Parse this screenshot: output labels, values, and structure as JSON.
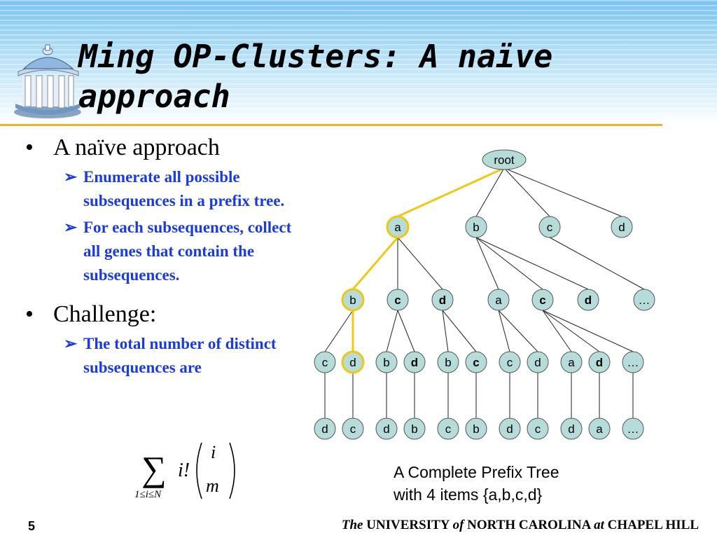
{
  "slide": {
    "title": "Ming OP-Clusters: A naïve approach",
    "page_number": "5"
  },
  "bullets": {
    "b1_text": "A naïve approach",
    "sub1": "Enumerate all possible subsequences in a prefix tree.",
    "sub2": "For each subsequences, collect all genes that contain the subsequences.",
    "b2_text": "Challenge:",
    "sub3": "The total number of distinct subsequences are",
    "bullet_glyph": "•",
    "arrow_glyph": "➢"
  },
  "formula": {
    "sum_symbol": "∑",
    "subscript": "1≤i≤N",
    "factorial": "i!",
    "binom_top": "i",
    "binom_bottom": "m"
  },
  "caption": {
    "line1": "A Complete Prefix Tree",
    "line2": "with 4 items {a,b,c,d}"
  },
  "footer": {
    "the": "The",
    "university": "UNIVERSITY",
    "of": "of",
    "north_carolina": "NORTH CAROLINA",
    "at": "at",
    "chapel_hill": "CHAPEL HILL"
  },
  "colors": {
    "node_fill": "#b5dcd9",
    "node_stroke": "#555555",
    "highlight": "#f0c814",
    "accent_rule": "#f0b030",
    "sub_text": "#1a3be0"
  },
  "tree": {
    "nodes": [
      {
        "id": "root",
        "label": "root",
        "bold": false,
        "highlight": false
      },
      {
        "id": "l1a",
        "label": "a",
        "bold": false,
        "highlight": true
      },
      {
        "id": "l1b",
        "label": "b",
        "bold": false,
        "highlight": false
      },
      {
        "id": "l1c",
        "label": "c",
        "bold": false,
        "highlight": false
      },
      {
        "id": "l1d",
        "label": "d",
        "bold": false,
        "highlight": false
      },
      {
        "id": "l2ab",
        "label": "b",
        "bold": false,
        "highlight": true
      },
      {
        "id": "l2ac",
        "label": "c",
        "bold": true,
        "highlight": false
      },
      {
        "id": "l2ad",
        "label": "d",
        "bold": true,
        "highlight": false
      },
      {
        "id": "l2ba",
        "label": "a",
        "bold": false,
        "highlight": false
      },
      {
        "id": "l2bc",
        "label": "c",
        "bold": true,
        "highlight": false
      },
      {
        "id": "l2bd",
        "label": "d",
        "bold": true,
        "highlight": false
      },
      {
        "id": "l2more",
        "label": "…",
        "bold": false,
        "highlight": false
      },
      {
        "id": "l3abc",
        "label": "c",
        "bold": false,
        "highlight": false
      },
      {
        "id": "l3abd",
        "label": "d",
        "bold": false,
        "highlight": true
      },
      {
        "id": "l3acb",
        "label": "b",
        "bold": false,
        "highlight": false
      },
      {
        "id": "l3acd",
        "label": "d",
        "bold": true,
        "highlight": false
      },
      {
        "id": "l3adb",
        "label": "b",
        "bold": false,
        "highlight": false
      },
      {
        "id": "l3adc",
        "label": "c",
        "bold": true,
        "highlight": false
      },
      {
        "id": "l3bac",
        "label": "c",
        "bold": false,
        "highlight": false
      },
      {
        "id": "l3bad",
        "label": "d",
        "bold": false,
        "highlight": false
      },
      {
        "id": "l3bca",
        "label": "a",
        "bold": false,
        "highlight": false
      },
      {
        "id": "l3bcd",
        "label": "d",
        "bold": true,
        "highlight": false
      },
      {
        "id": "l3more",
        "label": "…",
        "bold": false,
        "highlight": false
      },
      {
        "id": "l4abcd",
        "label": "d",
        "bold": false,
        "highlight": false
      },
      {
        "id": "l4abdc",
        "label": "c",
        "bold": false,
        "highlight": false
      },
      {
        "id": "l4acbd",
        "label": "d",
        "bold": false,
        "highlight": false
      },
      {
        "id": "l4acdb",
        "label": "b",
        "bold": false,
        "highlight": false
      },
      {
        "id": "l4adbc",
        "label": "c",
        "bold": false,
        "highlight": false
      },
      {
        "id": "l4adcb",
        "label": "b",
        "bold": false,
        "highlight": false
      },
      {
        "id": "l4bacd",
        "label": "d",
        "bold": false,
        "highlight": false
      },
      {
        "id": "l4badc",
        "label": "c",
        "bold": false,
        "highlight": false
      },
      {
        "id": "l4bcad",
        "label": "d",
        "bold": false,
        "highlight": false
      },
      {
        "id": "l4bcda",
        "label": "a",
        "bold": false,
        "highlight": false
      },
      {
        "id": "l4more",
        "label": "…",
        "bold": false,
        "highlight": false
      }
    ],
    "edges": [
      {
        "from": "root",
        "to": "l1a",
        "highlight": true
      },
      {
        "from": "root",
        "to": "l1b",
        "highlight": false
      },
      {
        "from": "root",
        "to": "l1c",
        "highlight": false
      },
      {
        "from": "root",
        "to": "l1d",
        "highlight": false
      },
      {
        "from": "l1a",
        "to": "l2ab",
        "highlight": true
      },
      {
        "from": "l1a",
        "to": "l2ac",
        "highlight": false
      },
      {
        "from": "l1a",
        "to": "l2ad",
        "highlight": false
      },
      {
        "from": "l1b",
        "to": "l2ba",
        "highlight": false
      },
      {
        "from": "l1b",
        "to": "l2bc",
        "highlight": false
      },
      {
        "from": "l1b",
        "to": "l2bd",
        "highlight": false
      },
      {
        "from": "l1c",
        "to": "l2more",
        "highlight": false
      },
      {
        "from": "l2ab",
        "to": "l3abc",
        "highlight": false
      },
      {
        "from": "l2ab",
        "to": "l3abd",
        "highlight": true
      },
      {
        "from": "l2ac",
        "to": "l3acb",
        "highlight": false
      },
      {
        "from": "l2ac",
        "to": "l3acd",
        "highlight": false
      },
      {
        "from": "l2ad",
        "to": "l3adb",
        "highlight": false
      },
      {
        "from": "l2ad",
        "to": "l3adc",
        "highlight": false
      },
      {
        "from": "l2ba",
        "to": "l3bac",
        "highlight": false
      },
      {
        "from": "l2ba",
        "to": "l3bad",
        "highlight": false
      },
      {
        "from": "l2bc",
        "to": "l3bca",
        "highlight": false
      },
      {
        "from": "l2bc",
        "to": "l3bcd",
        "highlight": false
      },
      {
        "from": "l2bc",
        "to": "l3more",
        "highlight": false
      },
      {
        "from": "l3abc",
        "to": "l4abcd",
        "highlight": false
      },
      {
        "from": "l3abd",
        "to": "l4abdc",
        "highlight": false
      },
      {
        "from": "l3acb",
        "to": "l4acbd",
        "highlight": false
      },
      {
        "from": "l3acd",
        "to": "l4acdb",
        "highlight": false
      },
      {
        "from": "l3adb",
        "to": "l4adbc",
        "highlight": false
      },
      {
        "from": "l3adc",
        "to": "l4adcb",
        "highlight": false
      },
      {
        "from": "l3bac",
        "to": "l4bacd",
        "highlight": false
      },
      {
        "from": "l3bad",
        "to": "l4badc",
        "highlight": false
      },
      {
        "from": "l3bca",
        "to": "l4bcad",
        "highlight": false
      },
      {
        "from": "l3bcd",
        "to": "l4bcda",
        "highlight": false
      },
      {
        "from": "l3more",
        "to": "l4more",
        "highlight": false
      }
    ]
  }
}
